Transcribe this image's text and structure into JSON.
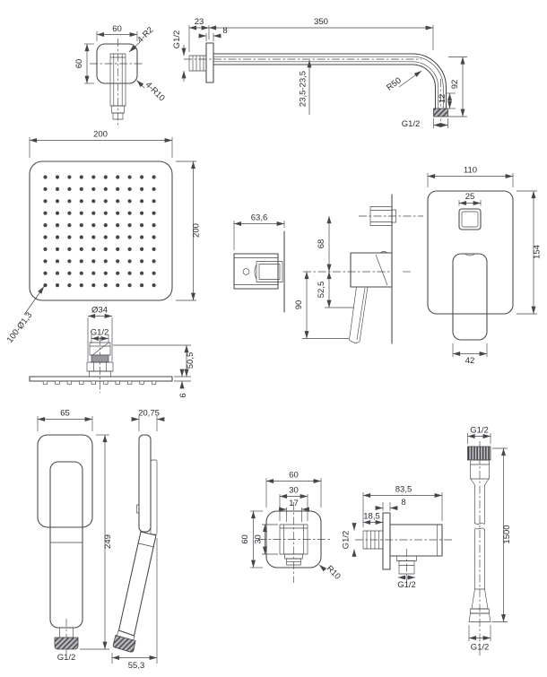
{
  "colors": {
    "line": "#45454b",
    "text": "#2c2c34",
    "background": "#ffffff",
    "shade": "#98989c"
  },
  "components": {
    "wall_escutcheon": {
      "width": "60",
      "height": "60",
      "front_radius": "4-R2",
      "back_radius": "4-R10"
    },
    "shower_arm": {
      "wall_offset": "23",
      "length": "350",
      "flange_thickness": "8",
      "inlet_thread": "G1/2",
      "pipe_size": "23,5-23,5",
      "bend_radius": "R50",
      "drop_straight": "12",
      "drop_height": "92",
      "outlet_thread": "G1/2"
    },
    "head": {
      "width": "200",
      "depth": "200",
      "spray_holes": "100-Ø1,3",
      "nut_diameter": "Ø34",
      "thread": "G1/2",
      "connector_height": "50,5",
      "plate_thickness": "6"
    },
    "mixer": {
      "body_depth": "63,6",
      "diverter_offset": "68",
      "handle_offset": "52,5",
      "lever_reach": "90",
      "plate_width": "110",
      "diverter_width": "25",
      "plate_height": "154",
      "handle_width": "42"
    },
    "hand_shower": {
      "head_width": "65",
      "head_depth": "20,75",
      "length": "249",
      "thread": "G1/2",
      "base_offset": "55,3"
    },
    "wall_elbow": {
      "width": "60",
      "boss_width": "30",
      "thread_width": "17",
      "height": "60",
      "boss_height": "30",
      "corner_radius": "R10",
      "depth": "83,5",
      "flange_thickness": "8",
      "wall_stub": "18,5",
      "inlet_thread": "G1/2",
      "outlet_thread": "G1/2"
    },
    "hose": {
      "top_thread": "G1/2",
      "length": "1500",
      "bottom_thread": "G1/2"
    }
  }
}
